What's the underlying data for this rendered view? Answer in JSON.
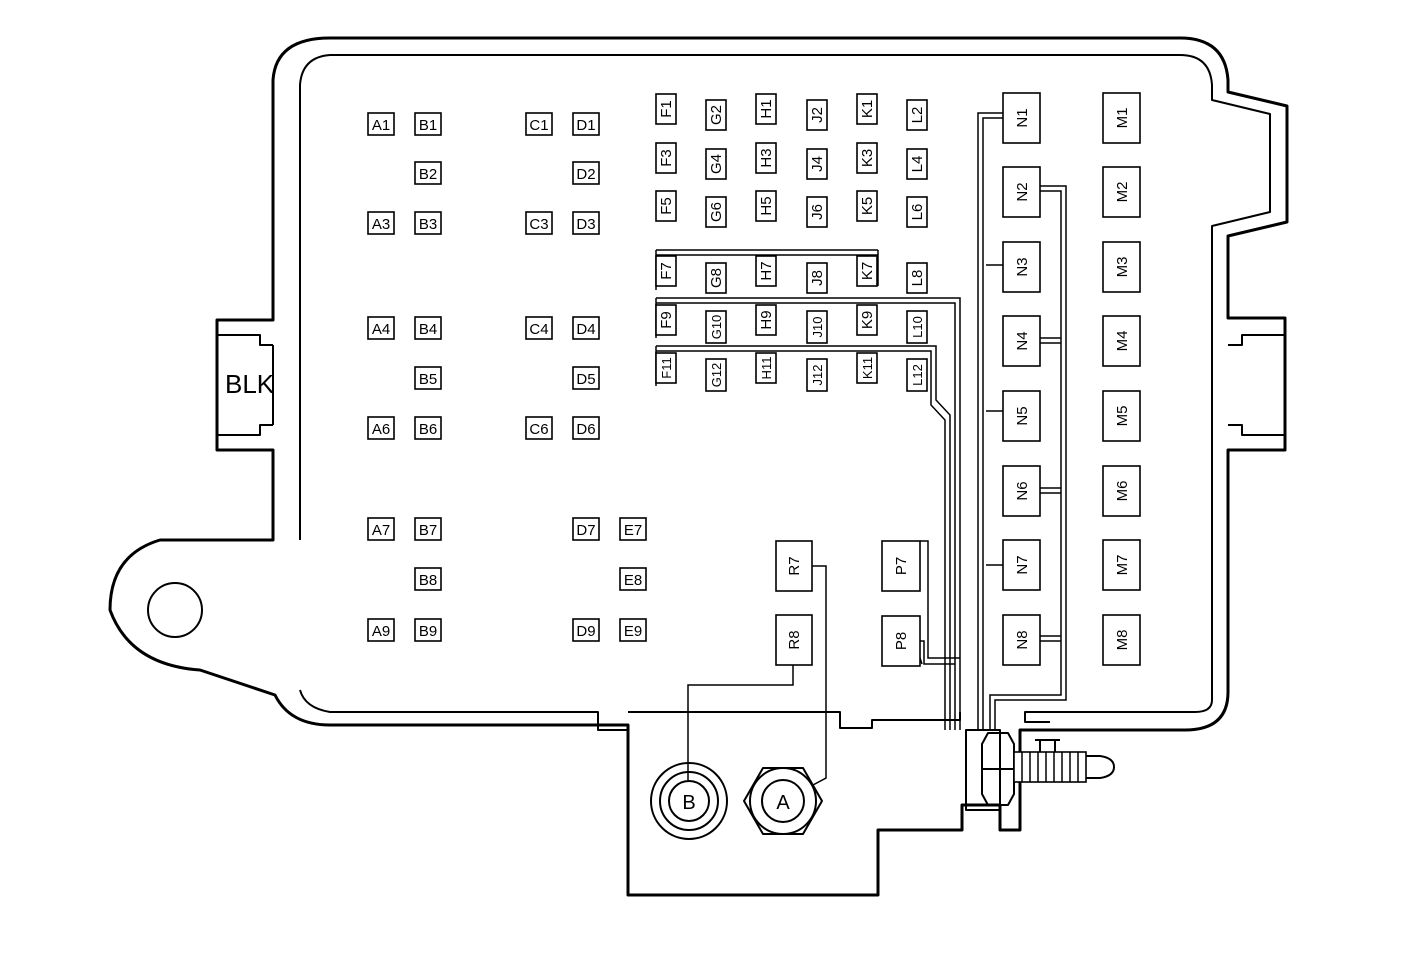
{
  "color_label": "BLK",
  "studs": {
    "b": "B",
    "a": "A"
  },
  "cavities_h": {
    "A1": "A1",
    "B1": "B1",
    "C1": "C1",
    "D1": "D1",
    "B2": "B2",
    "D2": "D2",
    "A3": "A3",
    "B3": "B3",
    "C3": "C3",
    "D3": "D3",
    "A4": "A4",
    "B4": "B4",
    "C4": "C4",
    "D4": "D4",
    "B5": "B5",
    "D5": "D5",
    "A6": "A6",
    "B6": "B6",
    "C6": "C6",
    "D6": "D6",
    "A7": "A7",
    "B7": "B7",
    "D7": "D7",
    "E7": "E7",
    "B8": "B8",
    "E8": "E8",
    "A9": "A9",
    "B9": "B9",
    "D9": "D9",
    "E9": "E9"
  },
  "cavities_v": {
    "F1": "F1",
    "G2": "G2",
    "H1": "H1",
    "J2": "J2",
    "K1": "K1",
    "L2": "L2",
    "F3": "F3",
    "G4": "G4",
    "H3": "H3",
    "J4": "J4",
    "K3": "K3",
    "L4": "L4",
    "F5": "F5",
    "G6": "G6",
    "H5": "H5",
    "J6": "J6",
    "K5": "K5",
    "L6": "L6",
    "F7": "F7",
    "G8": "G8",
    "H7": "H7",
    "J8": "J8",
    "K7": "K7",
    "L8": "L8",
    "F9": "F9",
    "G10": "G10",
    "H9": "H9",
    "J10": "J10",
    "K9": "K9",
    "L10": "L10",
    "F11": "F11",
    "G12": "G12",
    "H11": "H11",
    "J12": "J12",
    "K11": "K11",
    "L12": "L12",
    "N1": "N1",
    "N2": "N2",
    "N3": "N3",
    "N4": "N4",
    "N5": "N5",
    "N6": "N6",
    "N7": "N7",
    "N8": "N8",
    "M1": "M1",
    "M2": "M2",
    "M3": "M3",
    "M4": "M4",
    "M5": "M5",
    "M6": "M6",
    "M7": "M7",
    "M8": "M8",
    "R7": "R7",
    "R8": "R8",
    "P7": "P7",
    "P8": "P8"
  }
}
